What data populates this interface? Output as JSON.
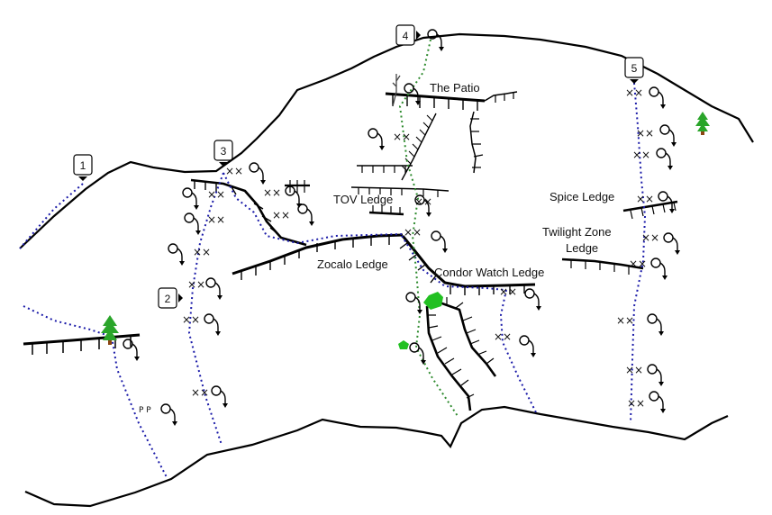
{
  "route_numbers": [
    "1",
    "2",
    "3",
    "4",
    "5"
  ],
  "ledges": {
    "the_patio": "The Patio",
    "tov_ledge": "TOV Ledge",
    "zocalo_ledge": "Zocalo Ledge",
    "condor_watch_ledge": "Condor Watch Ledge",
    "spice_ledge": "Spice Ledge",
    "twilight_zone_line1": "Twilight Zone",
    "twilight_zone_line2": "Ledge"
  },
  "symbols": {
    "bolts": "××",
    "pitons": "P P"
  },
  "colors": {
    "route_line": "#1a1aa8",
    "descent_line": "#2e8b2e",
    "tree": "#2aa52a",
    "bush": "#22c022",
    "rock_outline": "#000000"
  },
  "icons": [
    "anchor-icon",
    "tree-icon",
    "bush-icon",
    "route-marker-icon"
  ]
}
